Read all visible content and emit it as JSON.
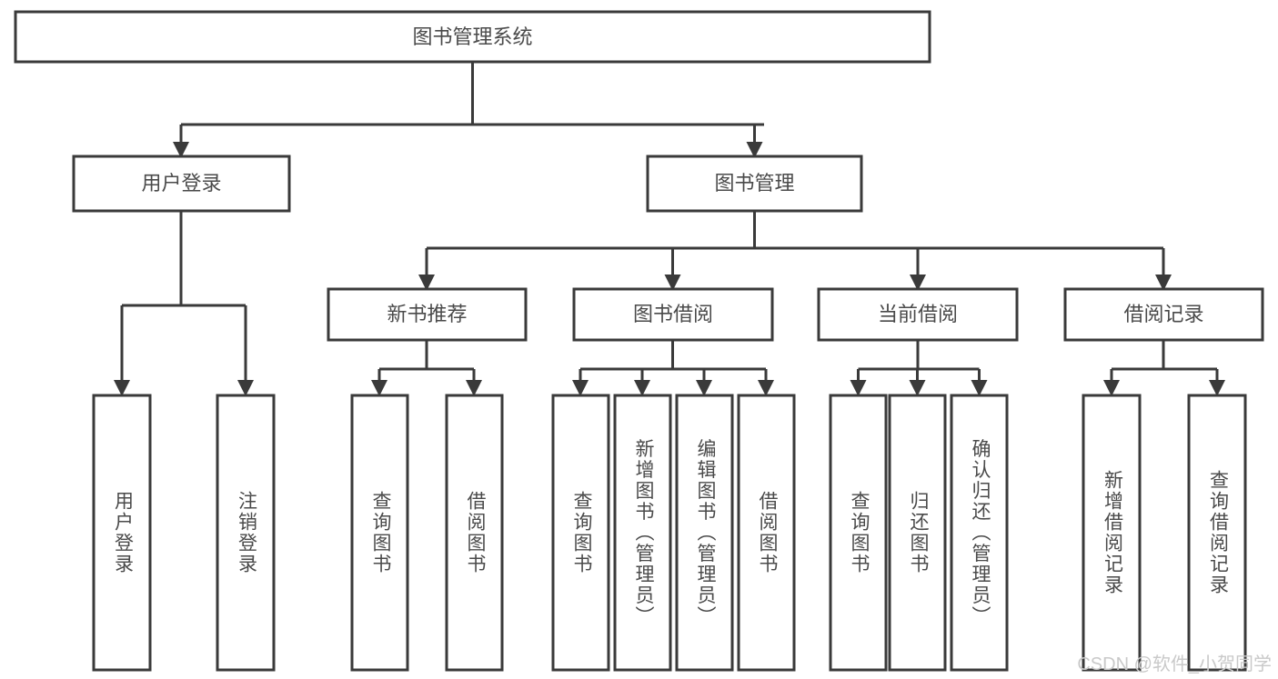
{
  "diagram": {
    "title": "图书管理系统",
    "type": "tree-hierarchy-chart",
    "colors": {
      "stroke": "#3a3a3a",
      "fill": "#ffffff",
      "label": "#4a4a4a",
      "watermark": "#c9c9c9",
      "background": "#ffffff"
    },
    "root": {
      "label": "图书管理系统"
    },
    "level2": [
      {
        "label": "用户登录"
      },
      {
        "label": "图书管理"
      }
    ],
    "level3": [
      {
        "label": "新书推荐"
      },
      {
        "label": "图书借阅"
      },
      {
        "label": "当前借阅"
      },
      {
        "label": "借阅记录"
      }
    ],
    "leaves": {
      "user_login": [
        {
          "label": "用户登录"
        },
        {
          "label": "注销登录"
        }
      ],
      "new_book_recommend": [
        {
          "label": "查询图书"
        },
        {
          "label": "借阅图书"
        }
      ],
      "book_borrow": [
        {
          "label": "查询图书"
        },
        {
          "label": "新增图书（管理员）"
        },
        {
          "label": "编辑图书（管理员）"
        },
        {
          "label": "借阅图书"
        }
      ],
      "current_borrow": [
        {
          "label": "查询图书"
        },
        {
          "label": "归还图书"
        },
        {
          "label": "确认归还（管理员）"
        }
      ],
      "borrow_record": [
        {
          "label": "新增借阅记录"
        },
        {
          "label": "查询借阅记录"
        }
      ]
    },
    "watermark": "CSDN @软件_小贺同学"
  }
}
